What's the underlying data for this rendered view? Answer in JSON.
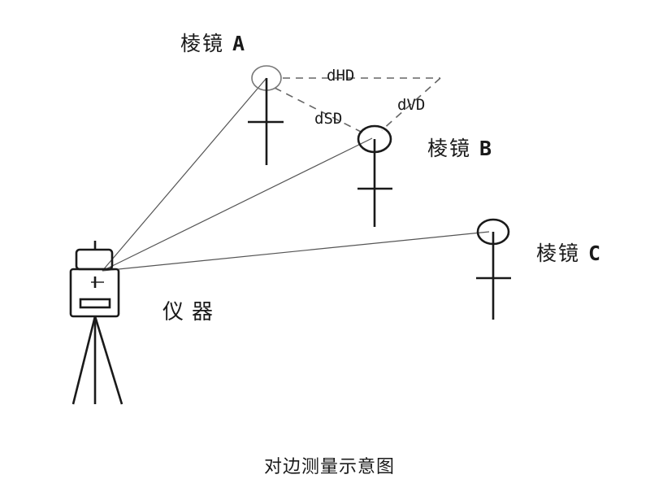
{
  "prisms": {
    "a": {
      "prefix": "棱镜",
      "letter": "A"
    },
    "b": {
      "prefix": "棱镜",
      "letter": "B"
    },
    "c": {
      "prefix": "棱镜",
      "letter": "C"
    }
  },
  "instrument_label": "仪器",
  "measurements": {
    "dhd": "dHD",
    "dsd": "dSD",
    "dvd": "dVD"
  },
  "caption": "对边测量示意图",
  "colors": {
    "line": "#1a1a1a",
    "dashed": "#555555",
    "thin": "#444444"
  }
}
